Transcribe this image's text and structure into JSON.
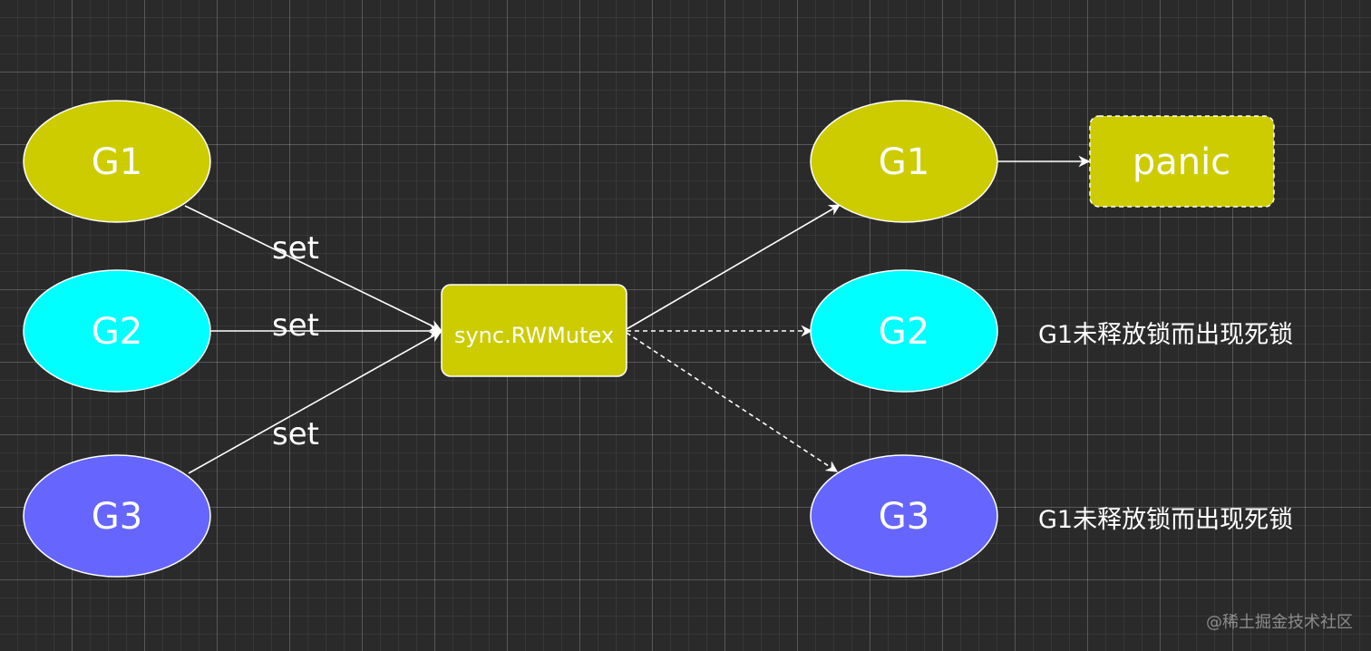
{
  "colors": {
    "background": "#2a2a2a",
    "goroutine_g1": "#cccc00",
    "goroutine_g2": "#00ffff",
    "goroutine_g3": "#6666ff",
    "mutex_box": "#cccc00",
    "panic_box": "#cccc00",
    "stroke": "#ffffff"
  },
  "left": {
    "g1": "G1",
    "g2": "G2",
    "g3": "G3"
  },
  "edges": {
    "set_1": "set",
    "set_2": "set",
    "set_3": "set"
  },
  "mutex": {
    "label": "sync.RWMutex"
  },
  "right": {
    "g1": "G1",
    "g2": "G2",
    "g3": "G3",
    "panic": "panic"
  },
  "notes": {
    "g2_note": "G1未释放锁而出现死锁",
    "g3_note": "G1未释放锁而出现死锁"
  },
  "watermark": "@稀土掘金技术社区"
}
